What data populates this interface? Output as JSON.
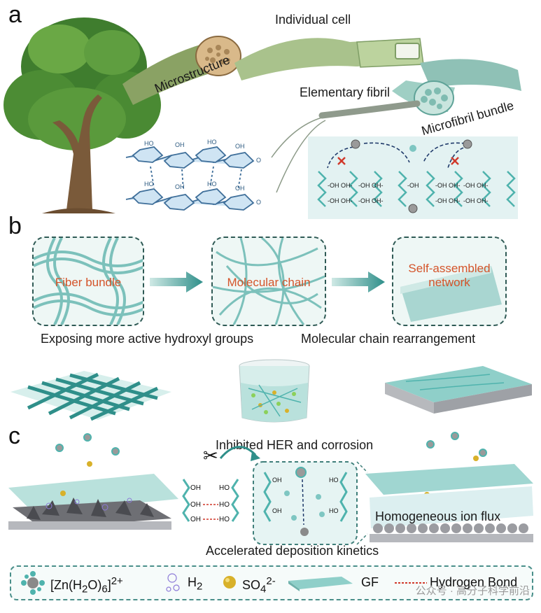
{
  "panels": {
    "a": {
      "label": "a",
      "labels": {
        "microstructure": "Microstructure",
        "individual_cell": "Individual cell",
        "elementary_fibril": "Elementary fibril",
        "microfibril_bundle": "Microfibril bundle"
      },
      "chem": {
        "hydroxyl": "HO",
        "oh": "OH",
        "oxygen": "O",
        "hydroxyl_group": "-OH",
        "hydroxyl_pair": "-OH  OH-"
      }
    },
    "b": {
      "label": "b",
      "boxes": [
        "Fiber bundle",
        "Molecular chain",
        "Self-assembled network"
      ],
      "captions": [
        "Exposing more active hydroxyl groups",
        "Molecular chain rearrangement"
      ]
    },
    "c": {
      "label": "c",
      "title": "Inhibited HER and corrosion",
      "bottom_caption": "Accelerated deposition kinetics",
      "right_caption": "Homogeneous ion flux",
      "chem": {
        "oh": "OH",
        "ho": "HO"
      }
    }
  },
  "legend": {
    "items": [
      {
        "icon": "zinc-hydrate-icon",
        "label": "[Zn(H",
        "sub": "2",
        "mid": "O)",
        "sub2": "6",
        "tail": "]",
        "sup": "2+"
      },
      {
        "icon": "hydrogen-bubble-icon",
        "label": "H",
        "sub": "2"
      },
      {
        "icon": "sulfate-icon",
        "label": "SO",
        "sub": "4",
        "sup": "2-"
      },
      {
        "icon": "gf-membrane-icon",
        "label": "GF"
      },
      {
        "icon": "hydrogen-bond-icon",
        "label": "Hydrogen Bond"
      }
    ]
  },
  "watermark": "公众号 · 高分子科学前沿",
  "colors": {
    "teal": "#4fb3ad",
    "teal_dark": "#2f8f8a",
    "fibril_green": "#9bbd8a",
    "bond_red": "#d0392b",
    "label_orange": "#d4542a",
    "zinc_gray": "#8a8a8a",
    "sulfate_gold": "#d8b12a"
  }
}
